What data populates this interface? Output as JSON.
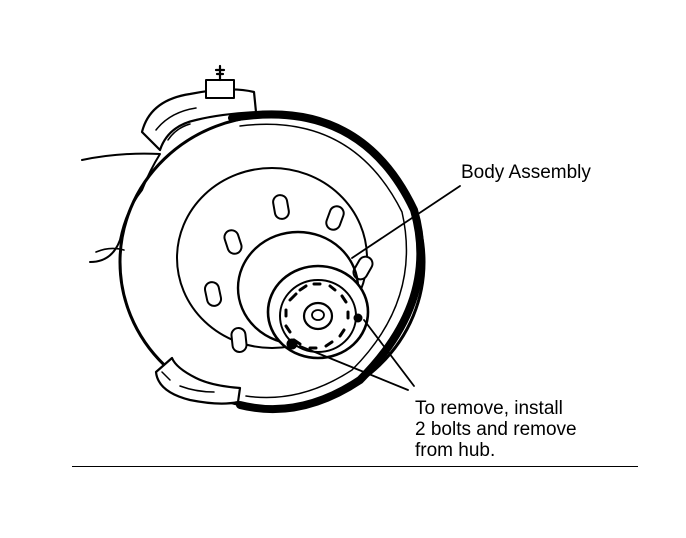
{
  "labels": {
    "body_assembly": "Body Assembly",
    "removal_note": [
      "To remove, install",
      "2 bolts and remove",
      "from hub."
    ]
  },
  "colors": {
    "ink": "#000000",
    "paper": "#ffffff"
  }
}
